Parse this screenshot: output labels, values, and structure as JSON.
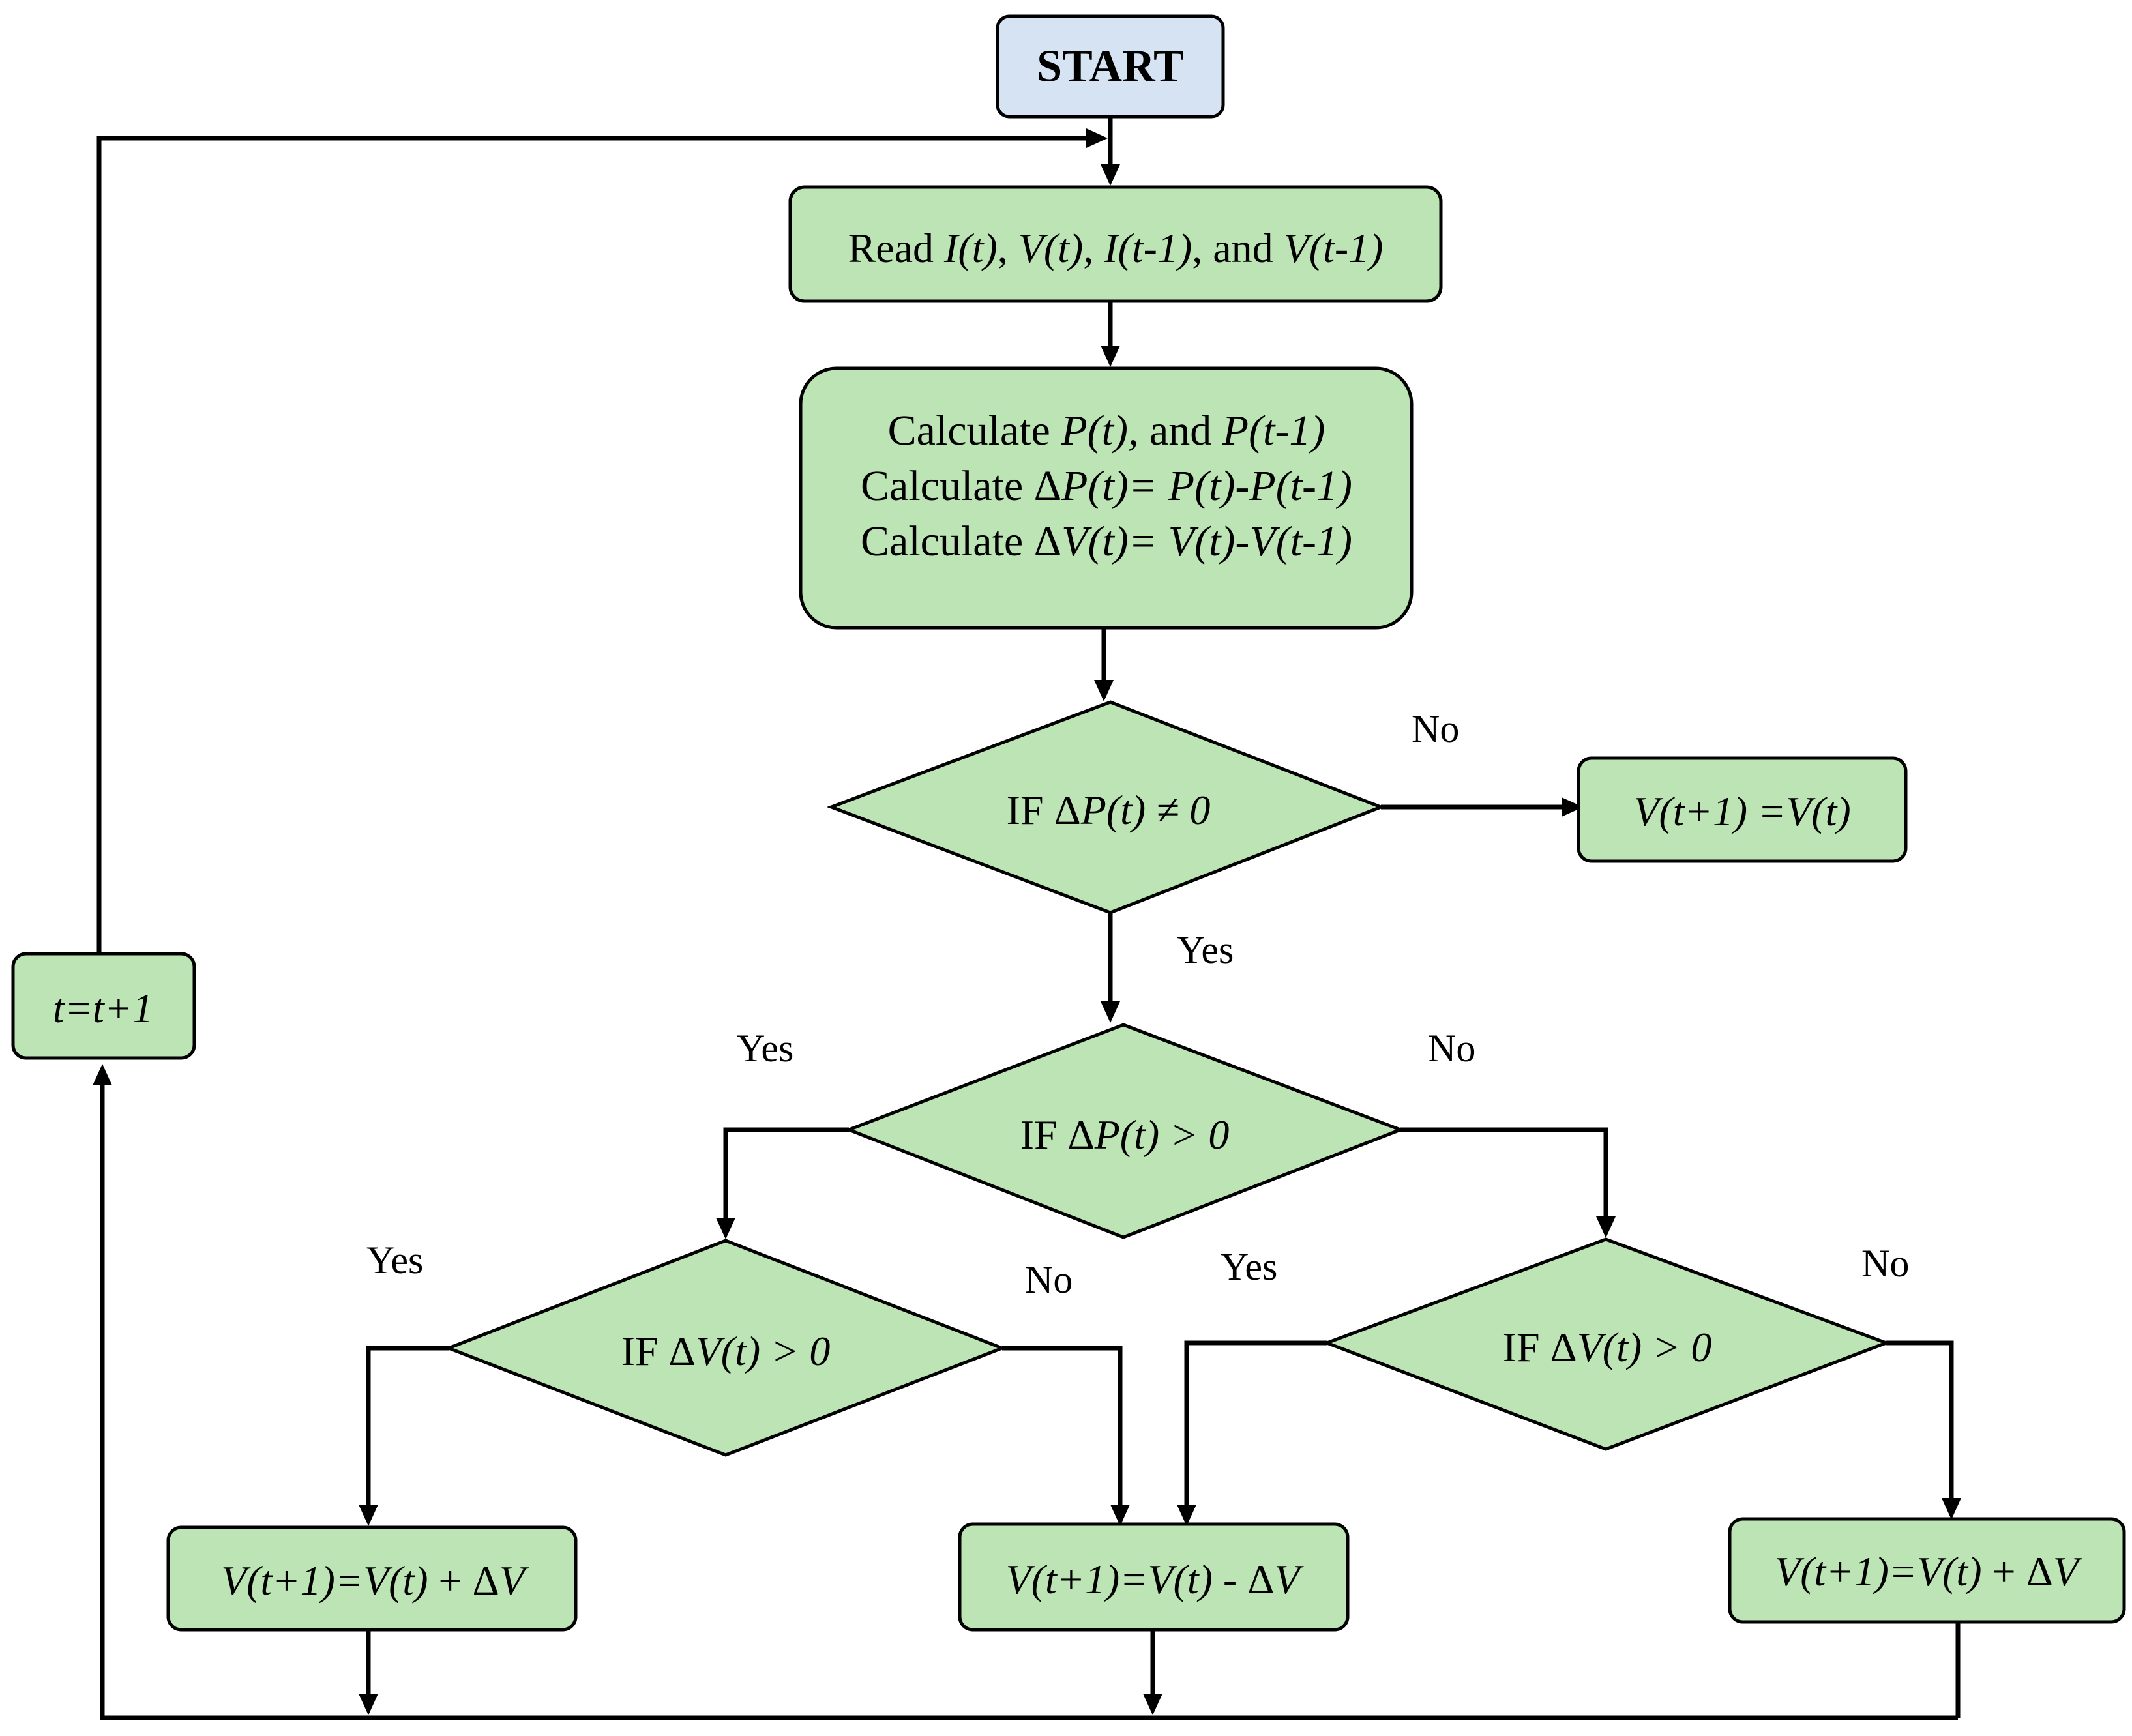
{
  "nodes": {
    "start": {
      "text": "START"
    },
    "read": {
      "parts": [
        {
          "t": "Read ",
          "i": false
        },
        {
          "t": "I(t)",
          "i": true
        },
        {
          "t": ", ",
          "i": false
        },
        {
          "t": "V(t)",
          "i": true
        },
        {
          "t": ", ",
          "i": false
        },
        {
          "t": "I(t-1)",
          "i": true
        },
        {
          "t": ", and ",
          "i": false
        },
        {
          "t": "V(t-1)",
          "i": true
        }
      ]
    },
    "calc": {
      "lines": [
        [
          {
            "t": "Calculate ",
            "i": false
          },
          {
            "t": "P(t),",
            "i": true
          },
          {
            "t": " and ",
            "i": false
          },
          {
            "t": "P(t-1)",
            "i": true
          }
        ],
        [
          {
            "t": "Calculate Δ",
            "i": false
          },
          {
            "t": "P(t)= P(t)",
            "i": true
          },
          {
            "t": "-",
            "i": false
          },
          {
            "t": "P(t-1)",
            "i": true
          }
        ],
        [
          {
            "t": "Calculate Δ",
            "i": false
          },
          {
            "t": "V(t)= V(t)",
            "i": true
          },
          {
            "t": "-",
            "i": false
          },
          {
            "t": "V(t-1)",
            "i": true
          }
        ]
      ]
    },
    "if_dp_ne": {
      "parts": [
        {
          "t": "IF Δ",
          "i": false
        },
        {
          "t": "P(t) ≠ 0",
          "i": true
        }
      ]
    },
    "hold": {
      "parts": [
        {
          "t": "V(t+1) =V(t)",
          "i": true
        }
      ]
    },
    "if_dp_gt": {
      "parts": [
        {
          "t": "IF Δ",
          "i": false
        },
        {
          "t": "P(t) > 0",
          "i": true
        }
      ]
    },
    "if_dv_left": {
      "parts": [
        {
          "t": "IF Δ",
          "i": false
        },
        {
          "t": "V(t) > 0",
          "i": true
        }
      ]
    },
    "if_dv_right": {
      "parts": [
        {
          "t": "IF Δ",
          "i": false
        },
        {
          "t": "V(t) > 0",
          "i": true
        }
      ]
    },
    "inc_left": {
      "parts": [
        {
          "t": "V(t+1)=V(t)",
          "i": true
        },
        {
          "t": " + Δ",
          "i": false
        },
        {
          "t": "V",
          "i": true
        }
      ]
    },
    "dec": {
      "parts": [
        {
          "t": "V(t+1)=V(t)",
          "i": true
        },
        {
          "t": " - Δ",
          "i": false
        },
        {
          "t": "V",
          "i": true
        }
      ]
    },
    "inc_right": {
      "parts": [
        {
          "t": "V(t+1)=V(t)",
          "i": true
        },
        {
          "t": " + Δ",
          "i": false
        },
        {
          "t": "V",
          "i": true
        }
      ]
    },
    "step": {
      "parts": [
        {
          "t": "t=t+1",
          "i": true
        }
      ]
    }
  },
  "edge_labels": {
    "dp_ne_no": "No",
    "dp_ne_yes": "Yes",
    "dp_gt_yes": "Yes",
    "dp_gt_no": "No",
    "dv_left_yes": "Yes",
    "dv_left_no": "No",
    "dv_right_yes": "Yes",
    "dv_right_no": "No"
  },
  "colors": {
    "process_fill": "#bde4b4",
    "start_fill": "#d6e3f3",
    "stroke": "#000000"
  }
}
